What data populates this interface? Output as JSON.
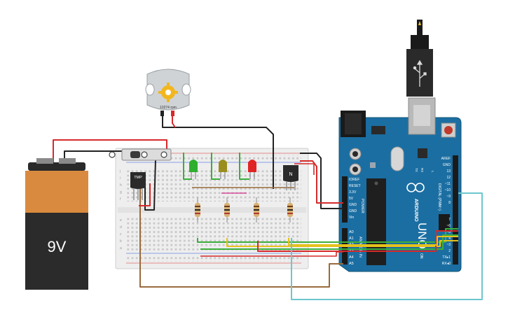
{
  "battery": {
    "voltage_label": "9V"
  },
  "motor": {
    "speed_label": "10274 rpm"
  },
  "temperature_sensor": {
    "label": "TMP"
  },
  "transistor": {
    "label": "N"
  },
  "arduino": {
    "brand_label": "ARDUINO",
    "model_label": "UNO",
    "power_header_labels": [
      "IOREF",
      "RESET",
      "3.3V",
      "5V",
      "GND",
      "GND",
      "Vin"
    ],
    "power_header_title": "POWER",
    "analog_header_labels": [
      "A0",
      "A1",
      "A2",
      "A3",
      "A4",
      "A5"
    ],
    "analog_header_title": "ANALOG IN",
    "digital_header_labels": [
      "AREF",
      "GND",
      "13",
      "12",
      "~11",
      "~10",
      "~9",
      "8",
      "7",
      "~6",
      "~5",
      "4",
      "~3",
      "2",
      "TX▸1",
      "RX◂0"
    ],
    "digital_header_title": "DIGITAL (PWM~)",
    "on_label": "ON",
    "tx_label": "TX",
    "rx_label": "RX",
    "l_label": "L"
  },
  "breadboard": {
    "row_letters_top": [
      "j",
      "i",
      "h",
      "g",
      "f"
    ],
    "row_letters_bottom": [
      "e",
      "d",
      "c",
      "b",
      "a"
    ]
  },
  "leds": [
    {
      "color": "green",
      "hex": "#2fae2f"
    },
    {
      "color": "yellow",
      "hex": "#9a8f1e"
    },
    {
      "color": "red",
      "hex": "#e02424"
    }
  ],
  "wire_colors": {
    "red": "#d62a2a",
    "black": "#222222",
    "brown": "#9a6a3c",
    "green": "#3cae3c",
    "yellow": "#e5c21a",
    "cyan": "#6cc7cf",
    "pink": "#d84d9a"
  },
  "icons": [
    "usb-icon",
    "gear-icon",
    "thermometer-icon"
  ]
}
